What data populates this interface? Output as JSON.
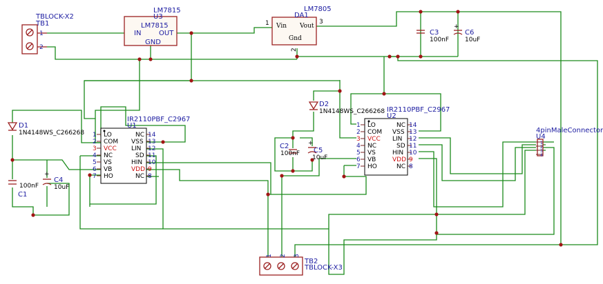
{
  "tb1": {
    "type": "TBLOCK-X2",
    "ref": "TB1",
    "pins": [
      "1",
      "2"
    ]
  },
  "tb2": {
    "type": "TBLOCK-X3",
    "ref": "TB2",
    "pins": [
      "1",
      "2",
      "3"
    ]
  },
  "u3": {
    "part": "LM7815",
    "ref": "U3",
    "label": "LM7815",
    "in": "IN",
    "out": "OUT",
    "gnd": "GND"
  },
  "da1": {
    "part": "LM7805",
    "ref": "DA1",
    "vin": "Vin",
    "vout": "Vout",
    "gnd": "Gnd",
    "pin1": "1",
    "pin2": "2",
    "pin3": "3"
  },
  "c3": {
    "ref": "C3",
    "value": "100nF"
  },
  "c6": {
    "ref": "C6",
    "value": "10uF"
  },
  "c1": {
    "ref": "C1",
    "value": "100nF"
  },
  "c4": {
    "ref": "C4",
    "value": "10uF"
  },
  "c2": {
    "ref": "C2",
    "value": "100nF"
  },
  "c5": {
    "ref": "C5",
    "value": "10uF"
  },
  "d1": {
    "ref": "D1",
    "value": "1N4148WS_C266268"
  },
  "d2": {
    "ref": "D2",
    "value": "1N4148WS_C266268"
  },
  "u1": {
    "part": "IR2110PBF_C2967",
    "ref": "U1",
    "left": [
      {
        "num": "1",
        "name": "LO"
      },
      {
        "num": "2",
        "name": "COM"
      },
      {
        "num": "3",
        "name": "VCC",
        "red": true
      },
      {
        "num": "4",
        "name": "NC"
      },
      {
        "num": "5",
        "name": "VS"
      },
      {
        "num": "6",
        "name": "VB"
      },
      {
        "num": "7",
        "name": "HO"
      }
    ],
    "right": [
      {
        "num": "14",
        "name": "NC"
      },
      {
        "num": "13",
        "name": "VSS"
      },
      {
        "num": "12",
        "name": "LIN"
      },
      {
        "num": "11",
        "name": "SD"
      },
      {
        "num": "10",
        "name": "HIN"
      },
      {
        "num": "9",
        "name": "VDD",
        "red": true
      },
      {
        "num": "8",
        "name": "NC"
      }
    ]
  },
  "u2": {
    "part": "IR2110PBF_C2967",
    "ref": "U2",
    "left": [
      {
        "num": "1",
        "name": "LO"
      },
      {
        "num": "2",
        "name": "COM"
      },
      {
        "num": "3",
        "name": "VCC",
        "red": true
      },
      {
        "num": "4",
        "name": "NC"
      },
      {
        "num": "5",
        "name": "VS"
      },
      {
        "num": "6",
        "name": "VB"
      },
      {
        "num": "7",
        "name": "HO"
      }
    ],
    "right": [
      {
        "num": "14",
        "name": "NC"
      },
      {
        "num": "13",
        "name": "VSS"
      },
      {
        "num": "12",
        "name": "LIN"
      },
      {
        "num": "11",
        "name": "SD"
      },
      {
        "num": "10",
        "name": "HIN"
      },
      {
        "num": "9",
        "name": "VDD",
        "red": true
      },
      {
        "num": "8",
        "name": "NC"
      }
    ]
  },
  "u4": {
    "part": "4pinMaleConnector",
    "ref": "U4",
    "pins": [
      "1",
      "2",
      "3",
      "4"
    ]
  },
  "colors": {
    "wire": "#1a8a1a",
    "part": "#9b2020",
    "ref": "#1a1aa0",
    "junction": "#a01515"
  }
}
